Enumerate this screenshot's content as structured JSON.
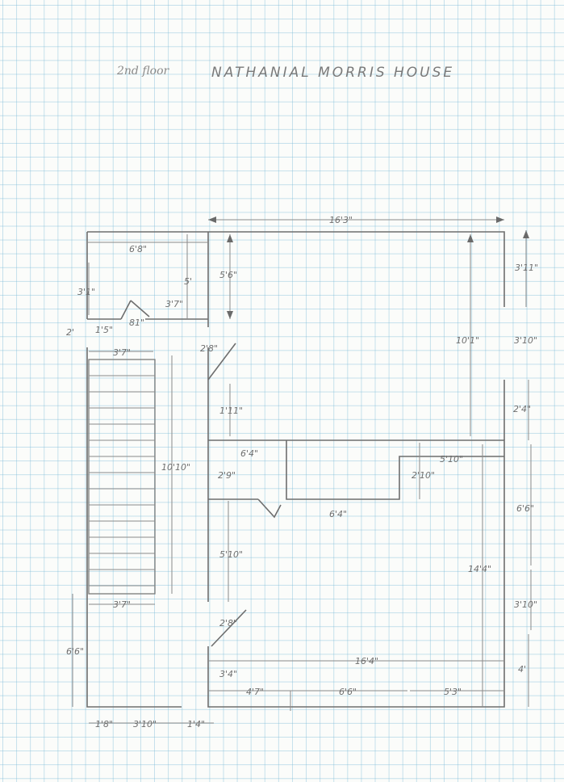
{
  "title": "NATHANIAL MORRIS HOUSE",
  "subtitle": "2nd floor",
  "dimensions": {
    "top_width": "16'3\"",
    "room_a_width": "6'8\"",
    "room_a_depth": "5'",
    "hall_depth": "5'6\"",
    "right_upper": "3'11\"",
    "right_upper_2": "3'10\"",
    "east_long": "10'1\"",
    "left_3_1": "3'1\"",
    "door_3_7": "3'7\"",
    "left_2": "2'",
    "small_1_5": "1'5\"",
    "small_81": "81\"",
    "door_2_8": "2'8\"",
    "stair_width_top": "3'7\"",
    "stair_length": "10'10\"",
    "stair_width_bottom": "3'7\"",
    "hall_1_11": "1'11\"",
    "mid_6_4": "6'4\"",
    "mid_2_9": "2'9\"",
    "mid_2_10": "2'10\"",
    "mid_5_10": "5'10\"",
    "right_2_4": "2'4\"",
    "mid_6_4_b": "6'4\"",
    "right_6_6": "6'6\"",
    "hall_5_10": "5'10\"",
    "right_14_4": "14'4\"",
    "door_2_8_b": "2'8\"",
    "right_3_10": "3'10\"",
    "left_6_6": "6'6\"",
    "bottom_16_4": "16'4\"",
    "small_3_4": "3'4\"",
    "right_4": "4'",
    "bot_4_7": "4'7\"",
    "bot_6_6": "6'6\"",
    "bot_5_3": "5'3\"",
    "bot_1_8": "1'8\"",
    "bot_3_10": "3'10\"",
    "bot_1_4": "1'4\""
  }
}
